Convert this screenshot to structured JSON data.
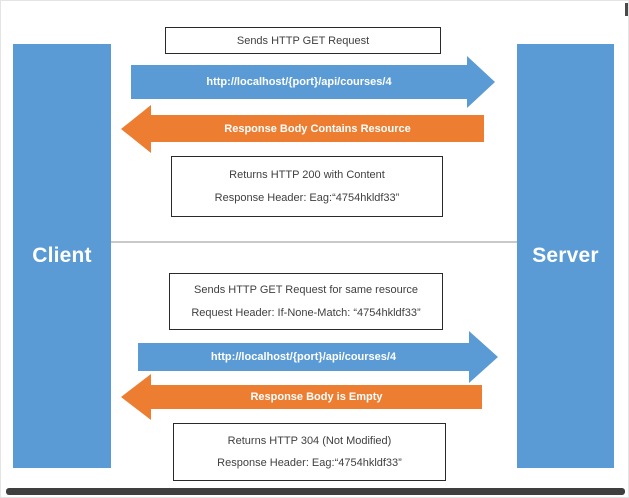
{
  "diagram": {
    "title_hint": "HTTP ETag caching flow between client and server",
    "client_label": "Client",
    "server_label": "Server",
    "colors": {
      "blue": "#5b9bd5",
      "orange": "#ed7d31",
      "box_border": "#2a2a2a",
      "box_text": "#3f3f3f"
    },
    "sequence_first": {
      "request_box": "Sends HTTP GET Request",
      "request_arrow": "http://localhost/{port}/api/courses/4",
      "response_arrow": "Response Body Contains Resource",
      "response_box_line1": "Returns HTTP 200 with Content",
      "response_box_line2": "Response Header: Eag:“4754hkldf33”"
    },
    "sequence_second": {
      "request_box_line1": "Sends HTTP GET Request for same resource",
      "request_box_line2": "Request Header: If-None-Match: “4754hkldf33”",
      "request_arrow": "http://localhost/{port}/api/courses/4",
      "response_arrow": "Response Body is Empty",
      "response_box_line1": "Returns HTTP 304 (Not Modified)",
      "response_box_line2": "Response Header: Eag:“4754hkldf33”"
    }
  }
}
